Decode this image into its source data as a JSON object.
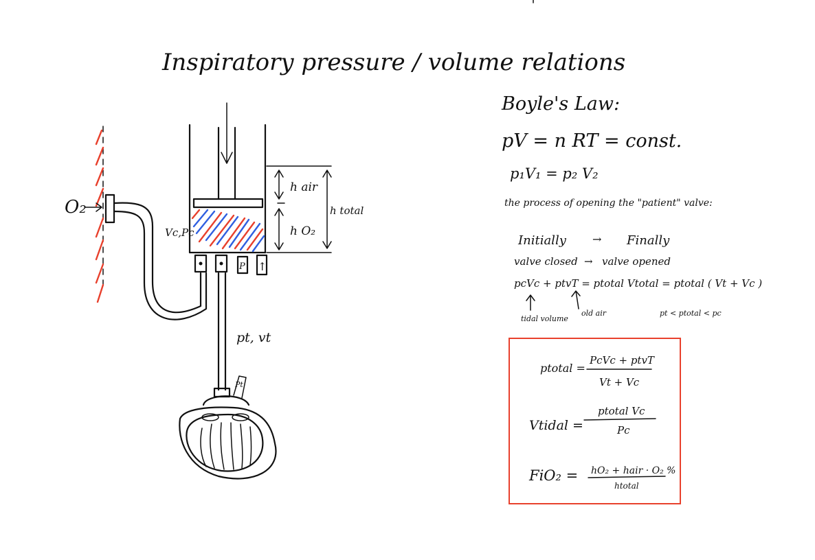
{
  "title": "Inspiratory pressure / volume relations",
  "diagram": {
    "o2_label": "O₂",
    "h_air": "h air",
    "h_o2": "h O₂",
    "h_total": "h total",
    "vc_pc": "Vc,Pc",
    "pt_vt": "pt, vt",
    "valve_p": "P",
    "valve_arrow": "↑",
    "bag_tag": "Pt"
  },
  "notes": {
    "boyle_heading": "Boyle's Law:",
    "eq1": "pV = n RT = const.",
    "eq2": "p₁V₁ = p₂ V₂",
    "process": "the process of opening the \"patient\" valve:",
    "initially": "Initially",
    "finally": "Finally",
    "arrow": "→",
    "valve_closed": "valve closed",
    "valve_opened": "valve opened",
    "balance": "pcVc + ptvT = ptotal Vtotal = ptotal ( Vt + Vc )",
    "tidal_volume": "tidal volume",
    "old_air": "old air",
    "inequality": "pt < ptotal < pc"
  },
  "results": {
    "f1_lhs": "ptotal =",
    "f1_num": "PcVc + ptvT",
    "f1_den": "Vt + Vc",
    "f2_lhs": "Vtidal =",
    "f2_num": "ptotal Vc",
    "f2_den": "Pc",
    "f3_lhs": "FiO₂ =",
    "f3_num": "hO₂ + hair · O₂ %",
    "f3_den": "htotal"
  },
  "colors": {
    "box": "#e8402c",
    "red_hatch": "#e8402c",
    "blue_hatch": "#2f5fe0",
    "ink": "#111111"
  }
}
